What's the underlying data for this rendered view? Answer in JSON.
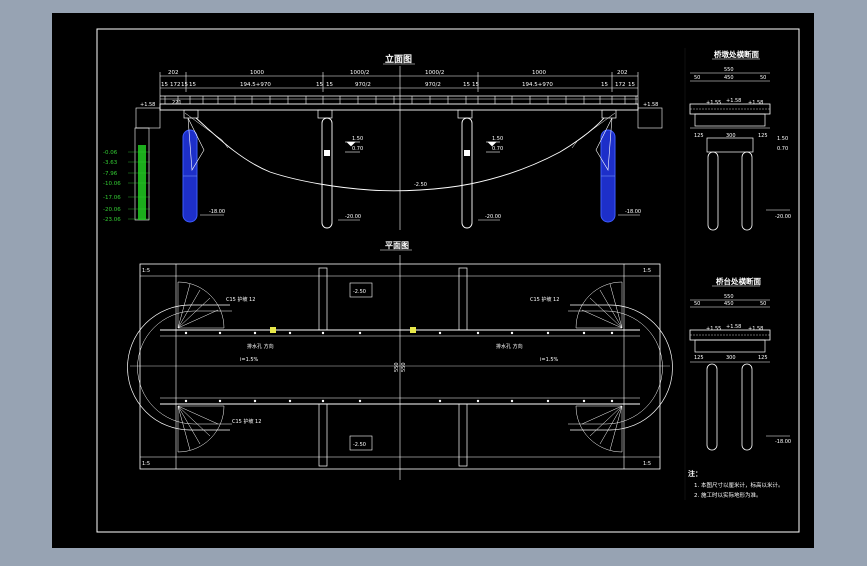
{
  "colors": {
    "window_bg": "#97a3b3",
    "paper": "#000000",
    "line": "#ffffff",
    "pile": "#1d2fc9",
    "pile_edge": "#3d5cff",
    "soil_label": "#33cc33",
    "accent_yellow": "#e8e84a"
  },
  "elevation": {
    "title": "立面图",
    "dims_top": [
      "202",
      "1000",
      "1000/2",
      "1000/2",
      "1000",
      "202"
    ],
    "dims_second": [
      "15",
      "172",
      "15",
      "15",
      "194.5+970",
      "15",
      "15",
      "970/2",
      "970/2",
      "15",
      "15",
      "194.5+970",
      "15",
      "172",
      "15"
    ],
    "left_elev": "+1.58",
    "right_elev": "+1.58",
    "left_box": "221",
    "water_level_marks": [
      "1.50",
      "0.70",
      "1.50",
      "0.70"
    ],
    "riverbed": "-2.50",
    "pile_tip_outer_left": "-18.00",
    "pile_tip_inner_left": "-20.00",
    "pile_tip_inner_right": "-20.00",
    "pile_tip_outer_right": "-18.00",
    "soil_layers": [
      "-0.06",
      "-3.63",
      "-7.96",
      "-10.06",
      "-17.06",
      "-20.06",
      "-23.06"
    ]
  },
  "plan": {
    "title": "平面图",
    "ramp_labels": [
      "C15 护坡 12",
      "C15 护坡 12",
      "C15 护坡 12"
    ],
    "slope_notes": [
      "i=1.5%",
      "i=1.5%"
    ],
    "drain_notes": [
      "排水孔 方向",
      "排水孔 方向"
    ],
    "center_dims": [
      "550",
      "550"
    ],
    "elev_marks": [
      "-2.50",
      "-2.50"
    ],
    "corner_tags": [
      "1:5",
      "1:5",
      "1:5",
      "1:5"
    ]
  },
  "section1": {
    "title": "桥墩处横断面",
    "dims_top": "550",
    "dims_mid": [
      "50",
      "450",
      "50"
    ],
    "marks": [
      "+1.55",
      "+1.58",
      "+1.58"
    ],
    "dims_bottom": [
      "125",
      "300",
      "125"
    ],
    "right_marks": [
      "1.50",
      "0.70"
    ],
    "pile_tip": "-20.00"
  },
  "section2": {
    "title": "桥台处横断面",
    "dims_top": "550",
    "dims_mid": [
      "50",
      "450",
      "50"
    ],
    "marks": [
      "+1.55",
      "+1.58",
      "+1.58"
    ],
    "dims_bottom": [
      "125",
      "300",
      "125"
    ],
    "pile_tip": "-18.00"
  },
  "notes": {
    "heading": "注：",
    "lines": [
      "1. 本图尺寸以厘米计，标高以米计。",
      "2. 施工时以实际地形为准。"
    ]
  }
}
